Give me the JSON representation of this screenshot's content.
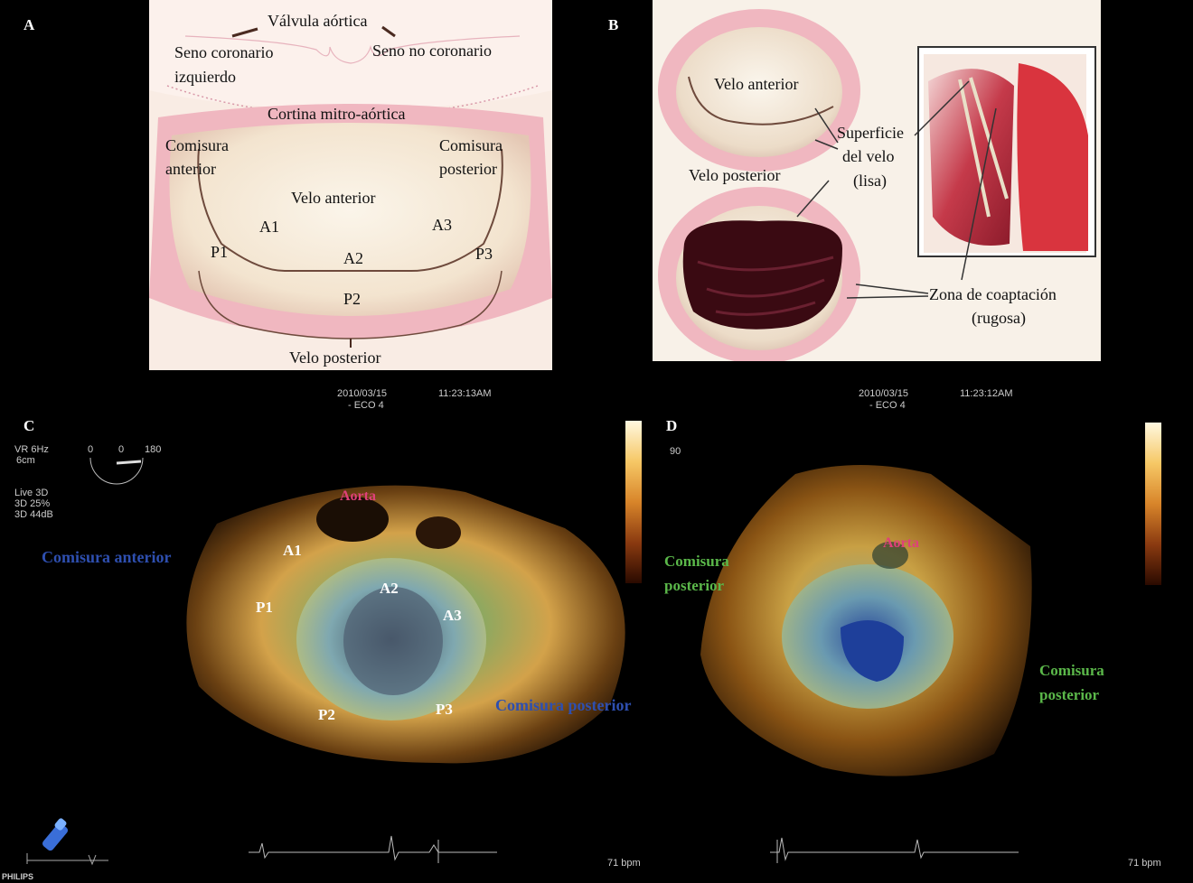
{
  "panels": {
    "a": "A",
    "b": "B",
    "c": "C",
    "d": "D"
  },
  "diagram_a": {
    "valvula_aortica": "Válvula aórtica",
    "seno_coronario_izquierdo": [
      "Seno coronario",
      "izquierdo"
    ],
    "seno_no_coronario": "Seno no coronario",
    "cortina": "Cortina mitro-aórtica",
    "comisura_anterior": [
      "Comisura",
      "anterior"
    ],
    "comisura_posterior": [
      "Comisura",
      "posterior"
    ],
    "velo_anterior": "Velo anterior",
    "a1": "A1",
    "a2": "A2",
    "a3": "A3",
    "p1": "P1",
    "p2": "P2",
    "p3": "P3",
    "velo_posterior": "Velo posterior"
  },
  "diagram_b": {
    "velo_anterior": "Velo anterior",
    "velo_posterior": "Velo posterior",
    "superficie": [
      "Superficie",
      "del velo",
      "(lisa)"
    ],
    "zona": [
      "Zona de coaptación",
      "(rugosa)"
    ]
  },
  "echo_c": {
    "date": "2010/03/15",
    "time": "11:23:13AM",
    "station": "- ECO 4",
    "settings": [
      "VR 6Hz",
      "6cm",
      "",
      "Live 3D",
      "3D 25%",
      "3D 44dB"
    ],
    "angle": [
      "0",
      "0",
      "180"
    ],
    "aorta": "Aorta",
    "comisura_anterior": "Comisura anterior",
    "comisura_posterior": "Comisura posterior",
    "a1": "A1",
    "a2": "A2",
    "a3": "A3",
    "p1": "P1",
    "p2": "P2",
    "p3": "P3",
    "bpm": "71 bpm",
    "brand": "PHILIPS"
  },
  "echo_d": {
    "date": "2010/03/15",
    "time": "11:23:12AM",
    "station": "- ECO 4",
    "depth": "90",
    "aorta": "Aorta",
    "comisura_left": [
      "Comisura",
      "posterior"
    ],
    "comisura_right": [
      "Comisura",
      "posterior"
    ],
    "bpm": "71 bpm"
  },
  "colors": {
    "label_blue": "#2e4fb0",
    "label_pink": "#e0407a",
    "label_green": "#5bb84a"
  }
}
